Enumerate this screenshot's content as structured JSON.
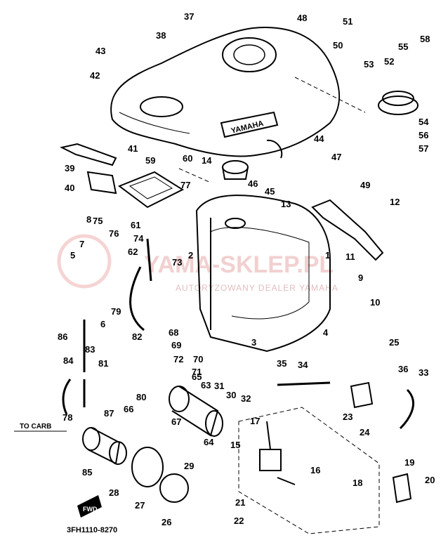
{
  "diagram": {
    "part_numbers": [
      "1",
      "2",
      "3",
      "4",
      "5",
      "6",
      "7",
      "8",
      "9",
      "10",
      "11",
      "12",
      "13",
      "14",
      "15",
      "16",
      "17",
      "18",
      "19",
      "20",
      "21",
      "22",
      "23",
      "24",
      "25",
      "26",
      "27",
      "28",
      "29",
      "30",
      "31",
      "32",
      "33",
      "34",
      "35",
      "36",
      "37",
      "38",
      "39",
      "40",
      "41",
      "42",
      "43",
      "44",
      "45",
      "46",
      "47",
      "48",
      "49",
      "50",
      "51",
      "52",
      "53",
      "54",
      "55",
      "56",
      "57",
      "58",
      "59",
      "60",
      "61",
      "62",
      "63",
      "64",
      "65",
      "66",
      "67",
      "68",
      "69",
      "70",
      "71",
      "72",
      "73",
      "74",
      "75",
      "76",
      "77",
      "78",
      "79",
      "80",
      "81",
      "82",
      "83",
      "84",
      "85",
      "86",
      "87"
    ],
    "tank_brand": "YAMAHA",
    "carb_label": "TO CARB",
    "fwd_label": "FWD",
    "drawing_code": "3FH1110-8270",
    "watermark_main": "YAMA-SKLEP.PL",
    "watermark_sub": "AUTORYZOWANY DEALER YAMAHA"
  }
}
